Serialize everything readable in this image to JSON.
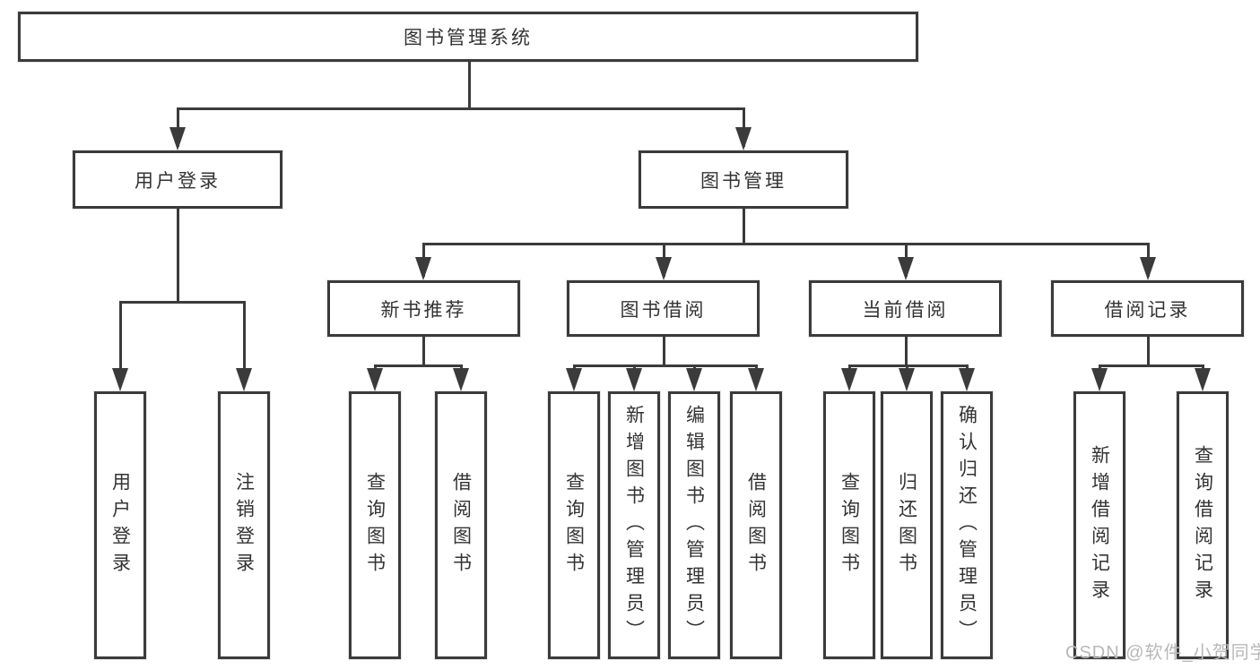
{
  "diagram": {
    "title": "图书管理系统",
    "root": {
      "label": "图书管理系统"
    },
    "level2": [
      {
        "label": "用户登录"
      },
      {
        "label": "图书管理"
      }
    ],
    "level3": [
      {
        "label": "新书推荐"
      },
      {
        "label": "图书借阅"
      },
      {
        "label": "当前借阅"
      },
      {
        "label": "借阅记录"
      }
    ],
    "leaves": {
      "user_login": [
        {
          "label": "用户登录"
        },
        {
          "label": "注销登录"
        }
      ],
      "new_book": [
        {
          "label": "查询图书"
        },
        {
          "label": "借阅图书"
        }
      ],
      "book_borrow": [
        {
          "label": "查询图书"
        },
        {
          "label": "新增图书（管理员）"
        },
        {
          "label": "编辑图书（管理员）"
        },
        {
          "label": "借阅图书"
        }
      ],
      "current_borrow": [
        {
          "label": "查询图书"
        },
        {
          "label": "归还图书"
        },
        {
          "label": "确认归还（管理员）"
        }
      ],
      "borrow_record": [
        {
          "label": "新增借阅记录"
        },
        {
          "label": "查询借阅记录"
        }
      ]
    },
    "watermark": "CSDN @软件_小贺同学",
    "colors": {
      "line": "#3b3b3b",
      "text": "#333333",
      "watermark": "#b8b8b8",
      "background": "#ffffff"
    }
  }
}
